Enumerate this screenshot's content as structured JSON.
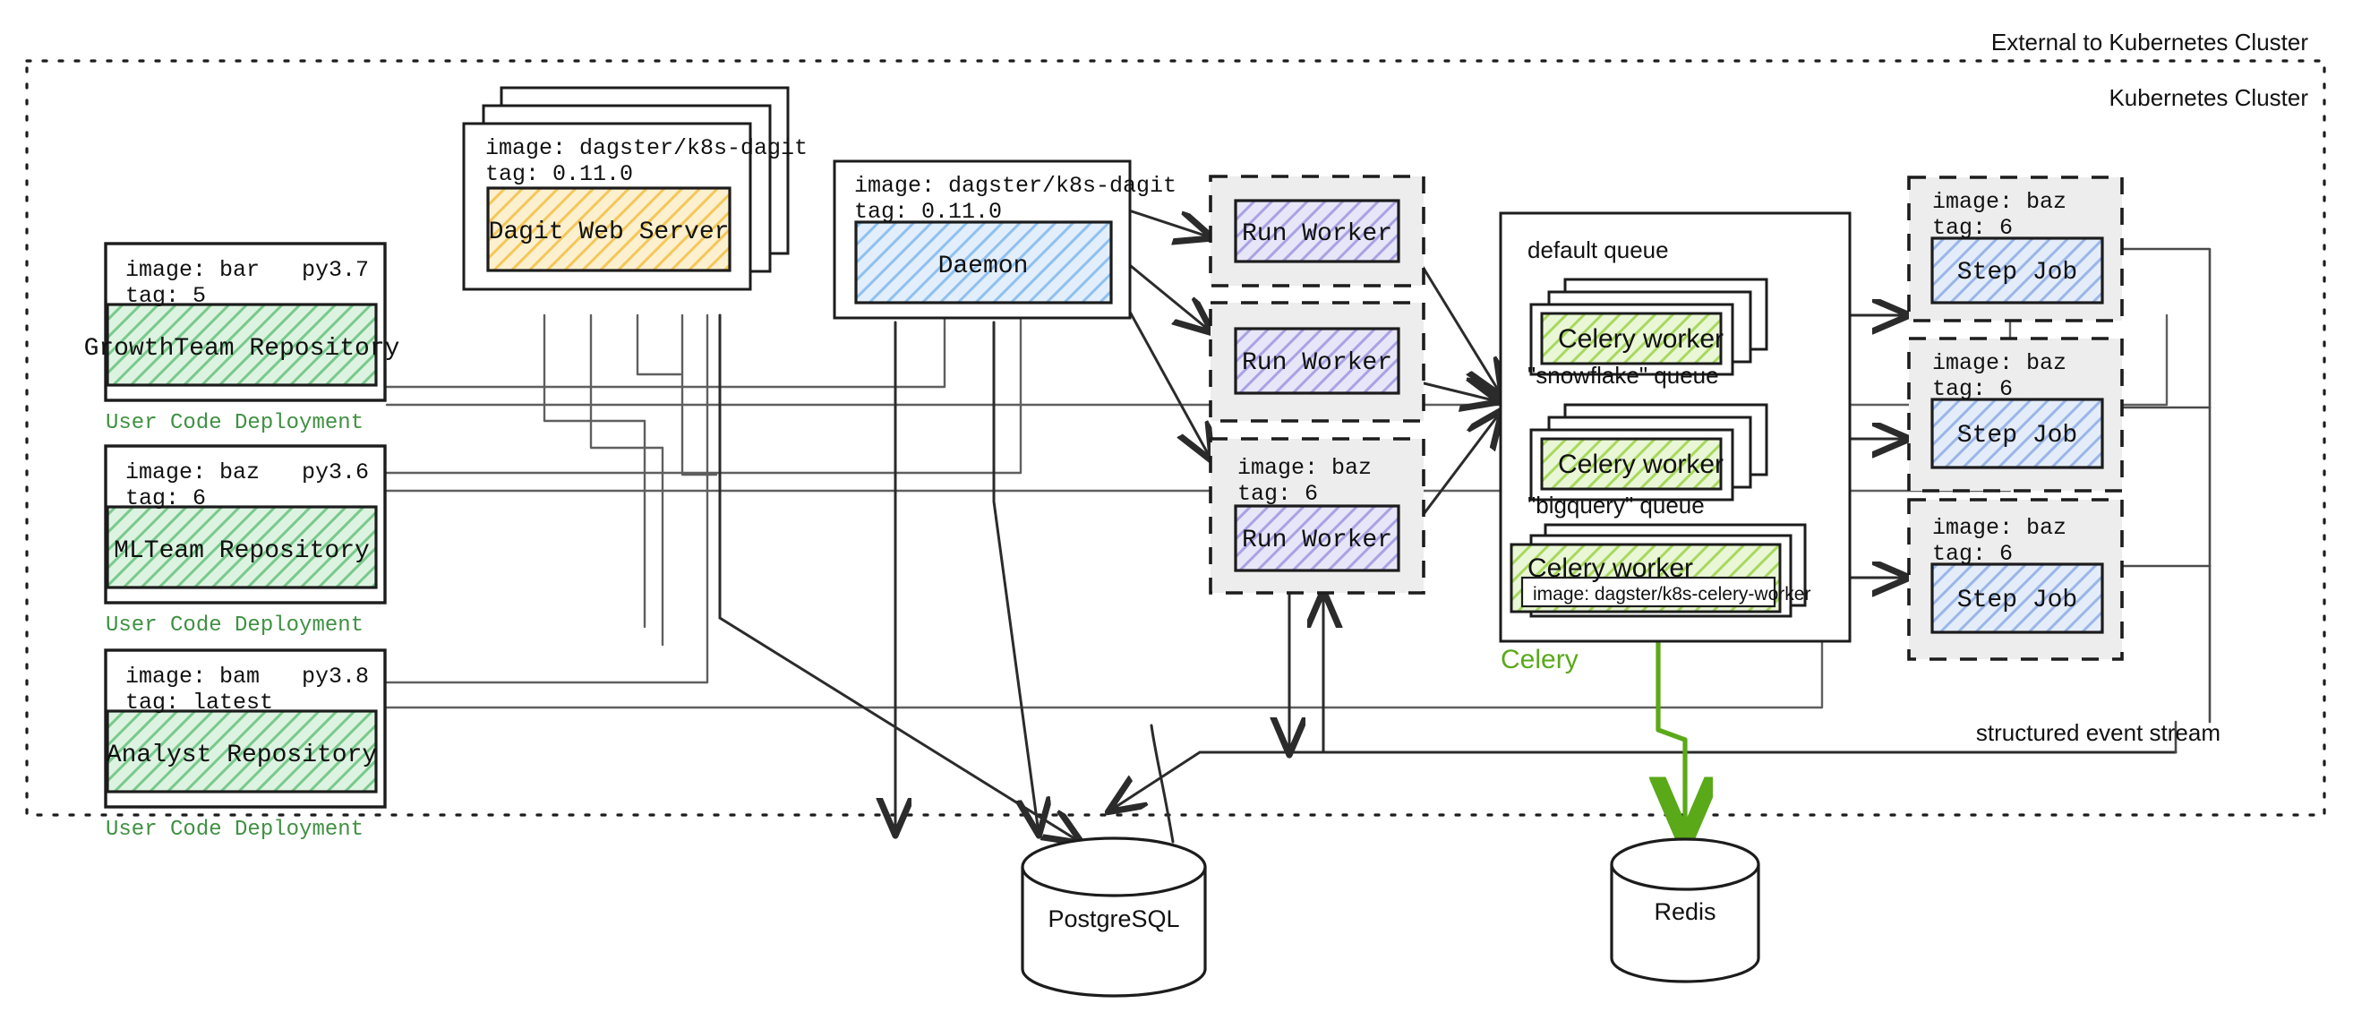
{
  "regions": {
    "external_label": "External to Kubernetes Cluster",
    "cluster_label": "Kubernetes Cluster",
    "event_stream_label": "structured event stream"
  },
  "user_code_deployments": [
    {
      "image_line": "image: bar",
      "py_version": "py3.7",
      "tag_line": "tag: 5",
      "repository": "GrowthTeam Repository",
      "caption": "User Code Deployment"
    },
    {
      "image_line": "image: baz",
      "py_version": "py3.6",
      "tag_line": "tag: 6",
      "repository": "MLTeam Repository",
      "caption": "User Code Deployment"
    },
    {
      "image_line": "image: bam",
      "py_version": "py3.8",
      "tag_line": "tag: latest",
      "repository": "Analyst Repository",
      "caption": "User Code Deployment"
    }
  ],
  "dagit": {
    "image_line": "image: dagster/k8s-dagit",
    "tag_line": "tag: 0.11.0",
    "title": "Dagit Web Server"
  },
  "daemon": {
    "image_line": "image: dagster/k8s-dagit",
    "tag_line": "tag: 0.11.0",
    "title": "Daemon"
  },
  "run_workers": [
    {
      "title": "Run Worker",
      "image_line": "",
      "tag_line": ""
    },
    {
      "title": "Run Worker",
      "image_line": "",
      "tag_line": ""
    },
    {
      "title": "Run Worker",
      "image_line": "image: baz",
      "tag_line": "tag: 6"
    }
  ],
  "celery": {
    "label": "Celery",
    "queues": [
      {
        "name": "default queue",
        "worker": "Celery worker",
        "worker_image": ""
      },
      {
        "name": "\"snowflake\" queue",
        "worker": "Celery worker",
        "worker_image": ""
      },
      {
        "name": "\"bigquery\" queue",
        "worker": "Celery worker",
        "worker_image": "image: dagster/k8s-celery-worker"
      }
    ]
  },
  "step_jobs": [
    {
      "image_line": "image: baz",
      "tag_line": "tag: 6",
      "title": "Step Job"
    },
    {
      "image_line": "image: baz",
      "tag_line": "tag: 6",
      "title": "Step Job"
    },
    {
      "image_line": "image: baz",
      "tag_line": "tag: 6",
      "title": "Step Job"
    }
  ],
  "databases": [
    {
      "name": "PostgreSQL"
    },
    {
      "name": "Redis"
    }
  ],
  "colors": {
    "repo_fill": "#b7e4c0",
    "dagit_fill": "#fbd88a",
    "daemon_fill": "#a9cdf2",
    "run_worker_fill": "#b8b3e8",
    "celery_worker_fill": "#c3e88d",
    "step_job_fill": "#a9c3ef",
    "group_fill": "#ededed",
    "green_text": "#3f9142",
    "celery_text": "#5aa919"
  }
}
